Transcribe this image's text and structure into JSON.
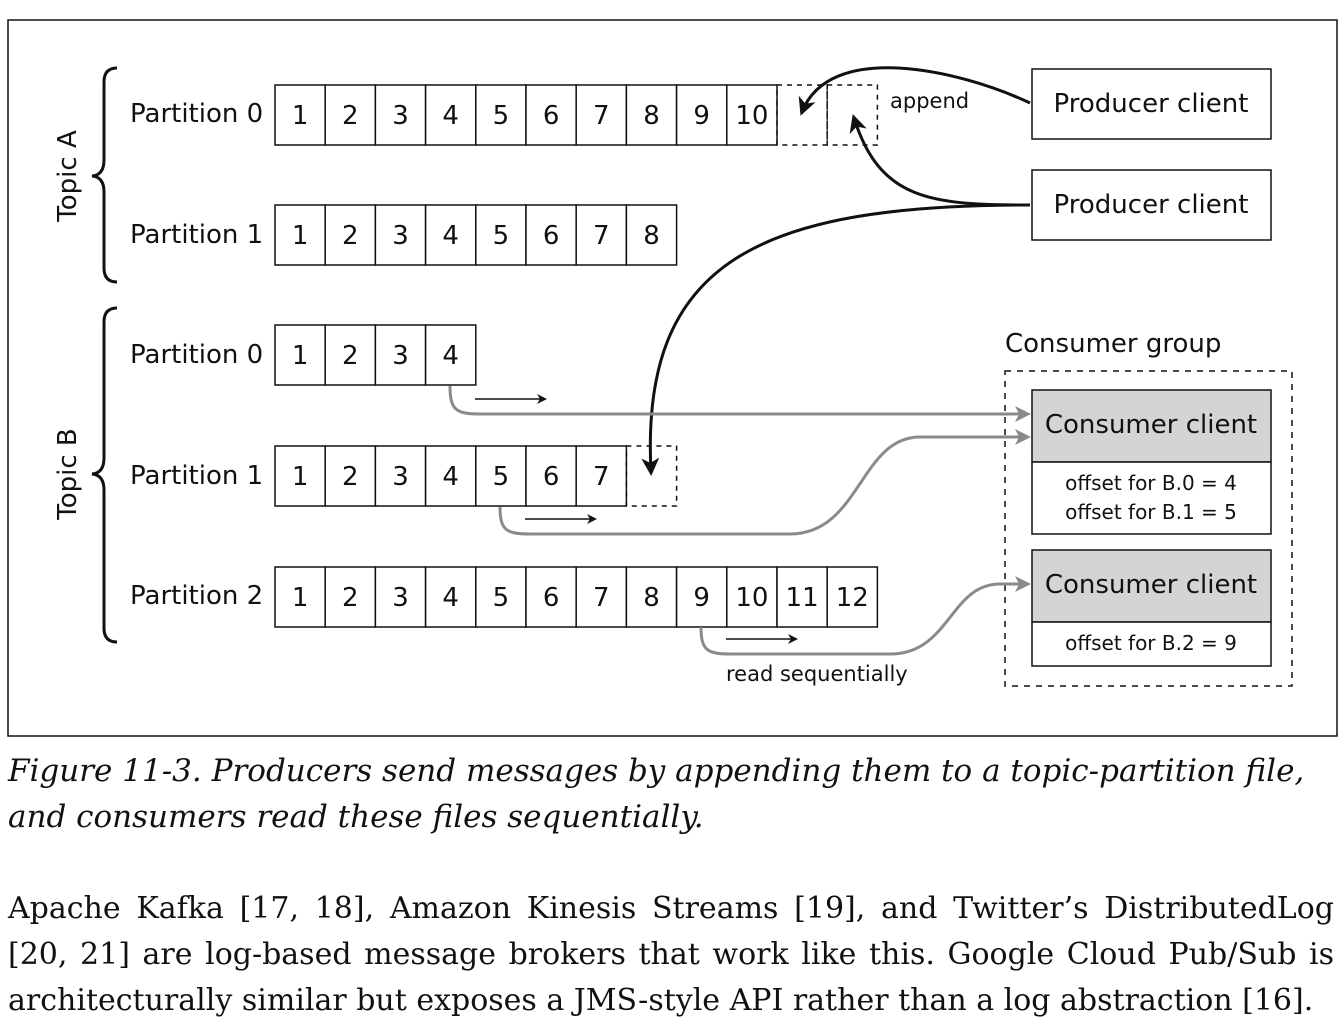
{
  "topics": [
    {
      "name": "Topic A",
      "partitions": [
        {
          "label": "Partition 0",
          "messages": [
            "1",
            "2",
            "3",
            "4",
            "5",
            "6",
            "7",
            "8",
            "9",
            "10"
          ],
          "pending_slots": 2
        },
        {
          "label": "Partition 1",
          "messages": [
            "1",
            "2",
            "3",
            "4",
            "5",
            "6",
            "7",
            "8"
          ],
          "pending_slots": 0
        }
      ]
    },
    {
      "name": "Topic B",
      "partitions": [
        {
          "label": "Partition 0",
          "messages": [
            "1",
            "2",
            "3",
            "4"
          ],
          "pending_slots": 0
        },
        {
          "label": "Partition 1",
          "messages": [
            "1",
            "2",
            "3",
            "4",
            "5",
            "6",
            "7"
          ],
          "pending_slots": 1
        },
        {
          "label": "Partition 2",
          "messages": [
            "1",
            "2",
            "3",
            "4",
            "5",
            "6",
            "7",
            "8",
            "9",
            "10",
            "11",
            "12"
          ],
          "pending_slots": 0
        }
      ]
    }
  ],
  "producers": [
    {
      "label": "Producer client"
    },
    {
      "label": "Producer client"
    }
  ],
  "append_label": "append",
  "consumer_group": {
    "label": "Consumer group",
    "consumers": [
      {
        "label": "Consumer client",
        "offsets": [
          "offset for B.0 = 4",
          "offset for B.1 = 5"
        ]
      },
      {
        "label": "Consumer client",
        "offsets": [
          "offset for B.2 = 9"
        ]
      }
    ]
  },
  "read_label": "read sequentially",
  "colors": {
    "consumer_header": "#d4d4d4",
    "gray_arrow": "#8a8a8a",
    "line": "#111111"
  },
  "caption": "Figure 11-3. Producers send messages by appending them to a topic-partition file, and consumers read these files sequentially.",
  "body": "Apache Kafka [17, 18], Amazon Kinesis Streams [19], and Twitter’s DistributedLog [20, 21] are log-based message brokers that work like this. Google Cloud Pub/Sub is architecturally similar but exposes a JMS-style API rather than a log abstraction [16]."
}
